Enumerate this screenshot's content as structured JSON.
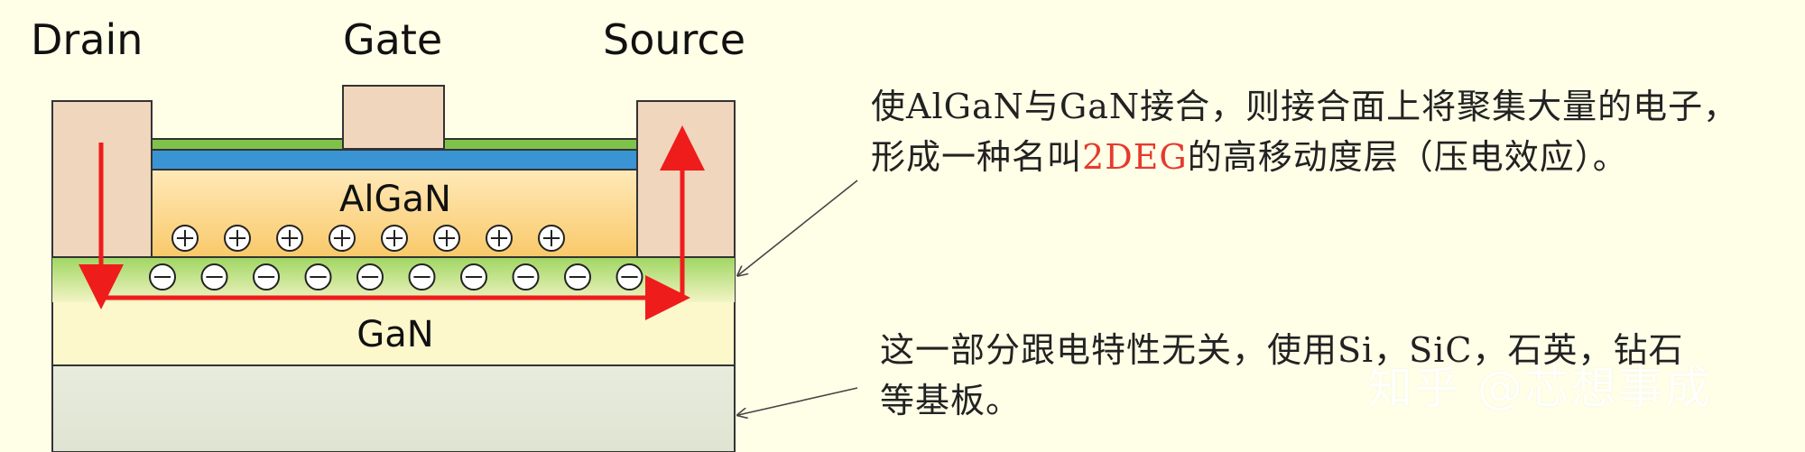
{
  "terminals": {
    "drain": "Drain",
    "gate": "Gate",
    "source": "Source"
  },
  "layers": {
    "algan": "AlGaN",
    "gan": "GaN"
  },
  "charges": {
    "positive_count": 8,
    "negative_count": 10
  },
  "notes": {
    "top_before": "使AlGaN与GaN接合，则接合面上将聚集大量的电子，形成一种名叫",
    "top_highlight": "2DEG",
    "top_after": "的高移动度层（压电效应）。",
    "bottom": "这一部分跟电特性无关，使用Si，SiC，石英，钻石等基板。"
  },
  "watermark": "知乎 @芯想事成",
  "colors": {
    "background": "#ffffe8",
    "contact": "#f0d6bc",
    "gan": "#fcf8cc",
    "substrate": "#e6ead9",
    "interface": "#a8dc6a",
    "blue_layer": "#3a94d4",
    "green_layer": "#7ec24a",
    "current_arrow": "#ef1c1c",
    "highlight": "#e53a2f"
  }
}
